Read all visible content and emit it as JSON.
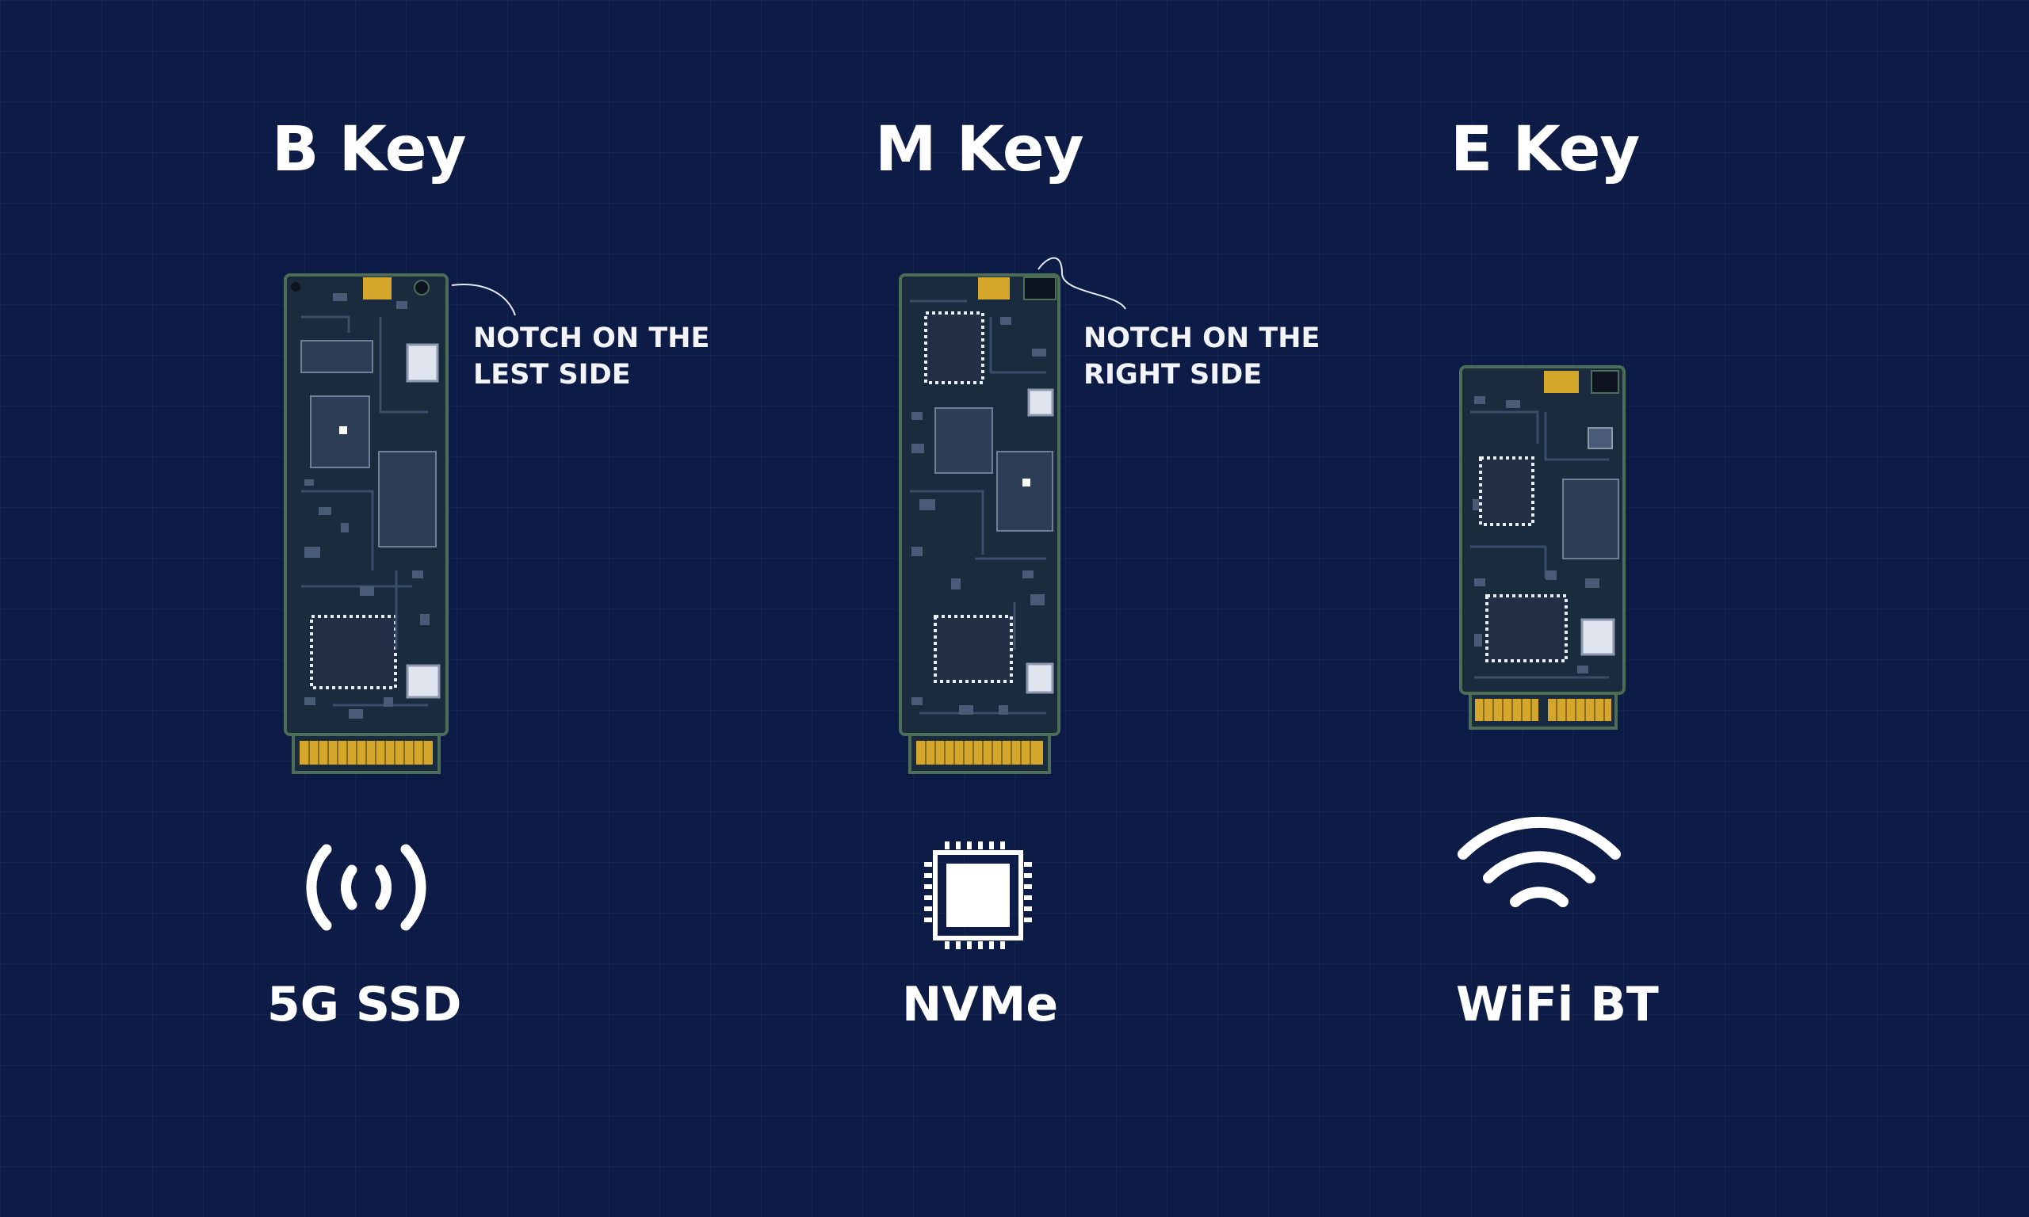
{
  "columns": [
    {
      "heading": "B Key",
      "note": [
        "NOTCH ON THE",
        "LEST SIDE"
      ],
      "icon": "cellular-signal-icon",
      "label": "5G SSD"
    },
    {
      "heading": "M Key",
      "note": [
        "NOTCH ON THE",
        "RIGHT SIDE"
      ],
      "icon": "chip-icon",
      "label": "NVMe"
    },
    {
      "heading": "E Key",
      "note": [],
      "icon": "wifi-icon",
      "label": "WiFi BT"
    }
  ],
  "colors": {
    "background": "#0d1c46",
    "pcb": "#1b2b3e",
    "pcb_border": "#4c6e57",
    "gold": "#d4a72c",
    "chip": "#2e3d56",
    "white": "#ffffff"
  }
}
